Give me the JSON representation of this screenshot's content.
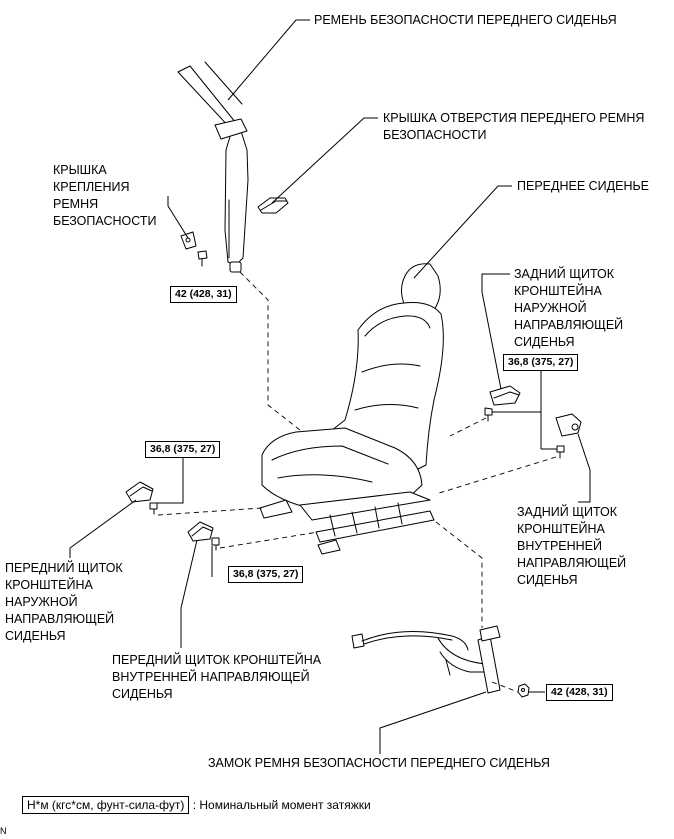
{
  "labels": {
    "front_seat_belt": "РЕМЕНЬ БЕЗОПАСНОСТИ ПЕРЕДНЕГО СИДЕНЬЯ",
    "belt_hole_cover": [
      "КРЫШКА ОТВЕРСТИЯ ПЕРЕДНЕГО РЕМНЯ",
      "БЕЗОПАСНОСТИ"
    ],
    "anchor_cover": [
      "КРЫШКА",
      "КРЕПЛЕНИЯ",
      "РЕМНЯ",
      "БЕЗОПАСНОСТИ"
    ],
    "front_seat": "ПЕРЕДНЕЕ СИДЕНЬЕ",
    "rear_outer_cover": [
      "ЗАДНИЙ ЩИТОК",
      "КРОНШТЕЙНА",
      "НАРУЖНОЙ",
      "НАПРАВЛЯЮЩЕЙ",
      "СИДЕНЬЯ"
    ],
    "rear_inner_cover": [
      "ЗАДНИЙ ЩИТОК",
      "КРОНШТЕЙНА",
      "ВНУТРЕННЕЙ",
      "НАПРАВЛЯЮЩЕЙ",
      "СИДЕНЬЯ"
    ],
    "front_outer_cover": [
      "ПЕРЕДНИЙ ЩИТОК",
      "КРОНШТЕЙНА",
      "НАРУЖНОЙ",
      "НАПРАВЛЯЮЩЕЙ",
      "СИДЕНЬЯ"
    ],
    "front_inner_cover": [
      "ПЕРЕДНИЙ ЩИТОК КРОНШТЕЙНА",
      "ВНУТРЕННЕЙ НАПРАВЛЯЮЩЕЙ",
      "СИДЕНЬЯ"
    ],
    "buckle": "ЗАМОК РЕМНЯ БЕЗОПАСНОСТИ ПЕРЕДНЕГО СИДЕНЬЯ"
  },
  "torques": {
    "anchor_bolt": "42 (428, 31)",
    "rear_bracket": "36,8 (375, 27)",
    "front_outer_bracket": "36,8 (375, 27)",
    "front_inner_bracket": "36,8 (375, 27)",
    "buckle_nut": "42 (428, 31)"
  },
  "legend": {
    "unit": "Н*м (кгс*см, фунт-сила-фут)",
    "description": ": Номинальный момент затяжки"
  },
  "corner_mark": "N"
}
